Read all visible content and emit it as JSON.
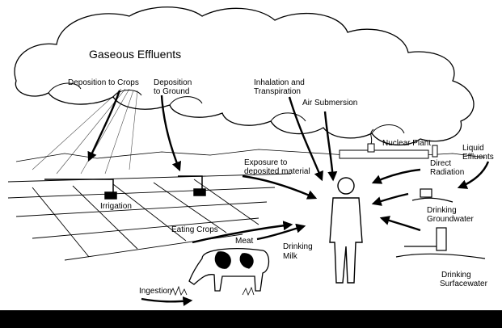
{
  "labels": {
    "gaseous_effluents": "Gaseous Effluents",
    "deposition_to_crops": "Deposition to Crops",
    "deposition_to_ground_1": "Deposition",
    "deposition_to_ground_2": "to Ground",
    "inhalation_1": "Inhalation and",
    "inhalation_2": "Transpiration",
    "air_submersion": "Air Submersion",
    "nuclear_plant": "Nuclear Plant",
    "liquid_effluents_1": "Liquid",
    "liquid_effluents_2": "Effluents",
    "direct_radiation_1": "Direct",
    "direct_radiation_2": "Radiation",
    "exposure_1": "Exposure to",
    "exposure_2": "deposited material",
    "irrigation": "Irrigation",
    "eating_crops": "Eating Crops",
    "meat": "Meat",
    "drinking_milk_1": "Drinking",
    "drinking_milk_2": "Milk",
    "drinking_groundwater_1": "Drinking",
    "drinking_groundwater_2": "Groundwater",
    "drinking_surfacewater_1": "Drinking",
    "drinking_surfacewater_2": "Surfacewater",
    "ingestion": "Ingestion"
  }
}
